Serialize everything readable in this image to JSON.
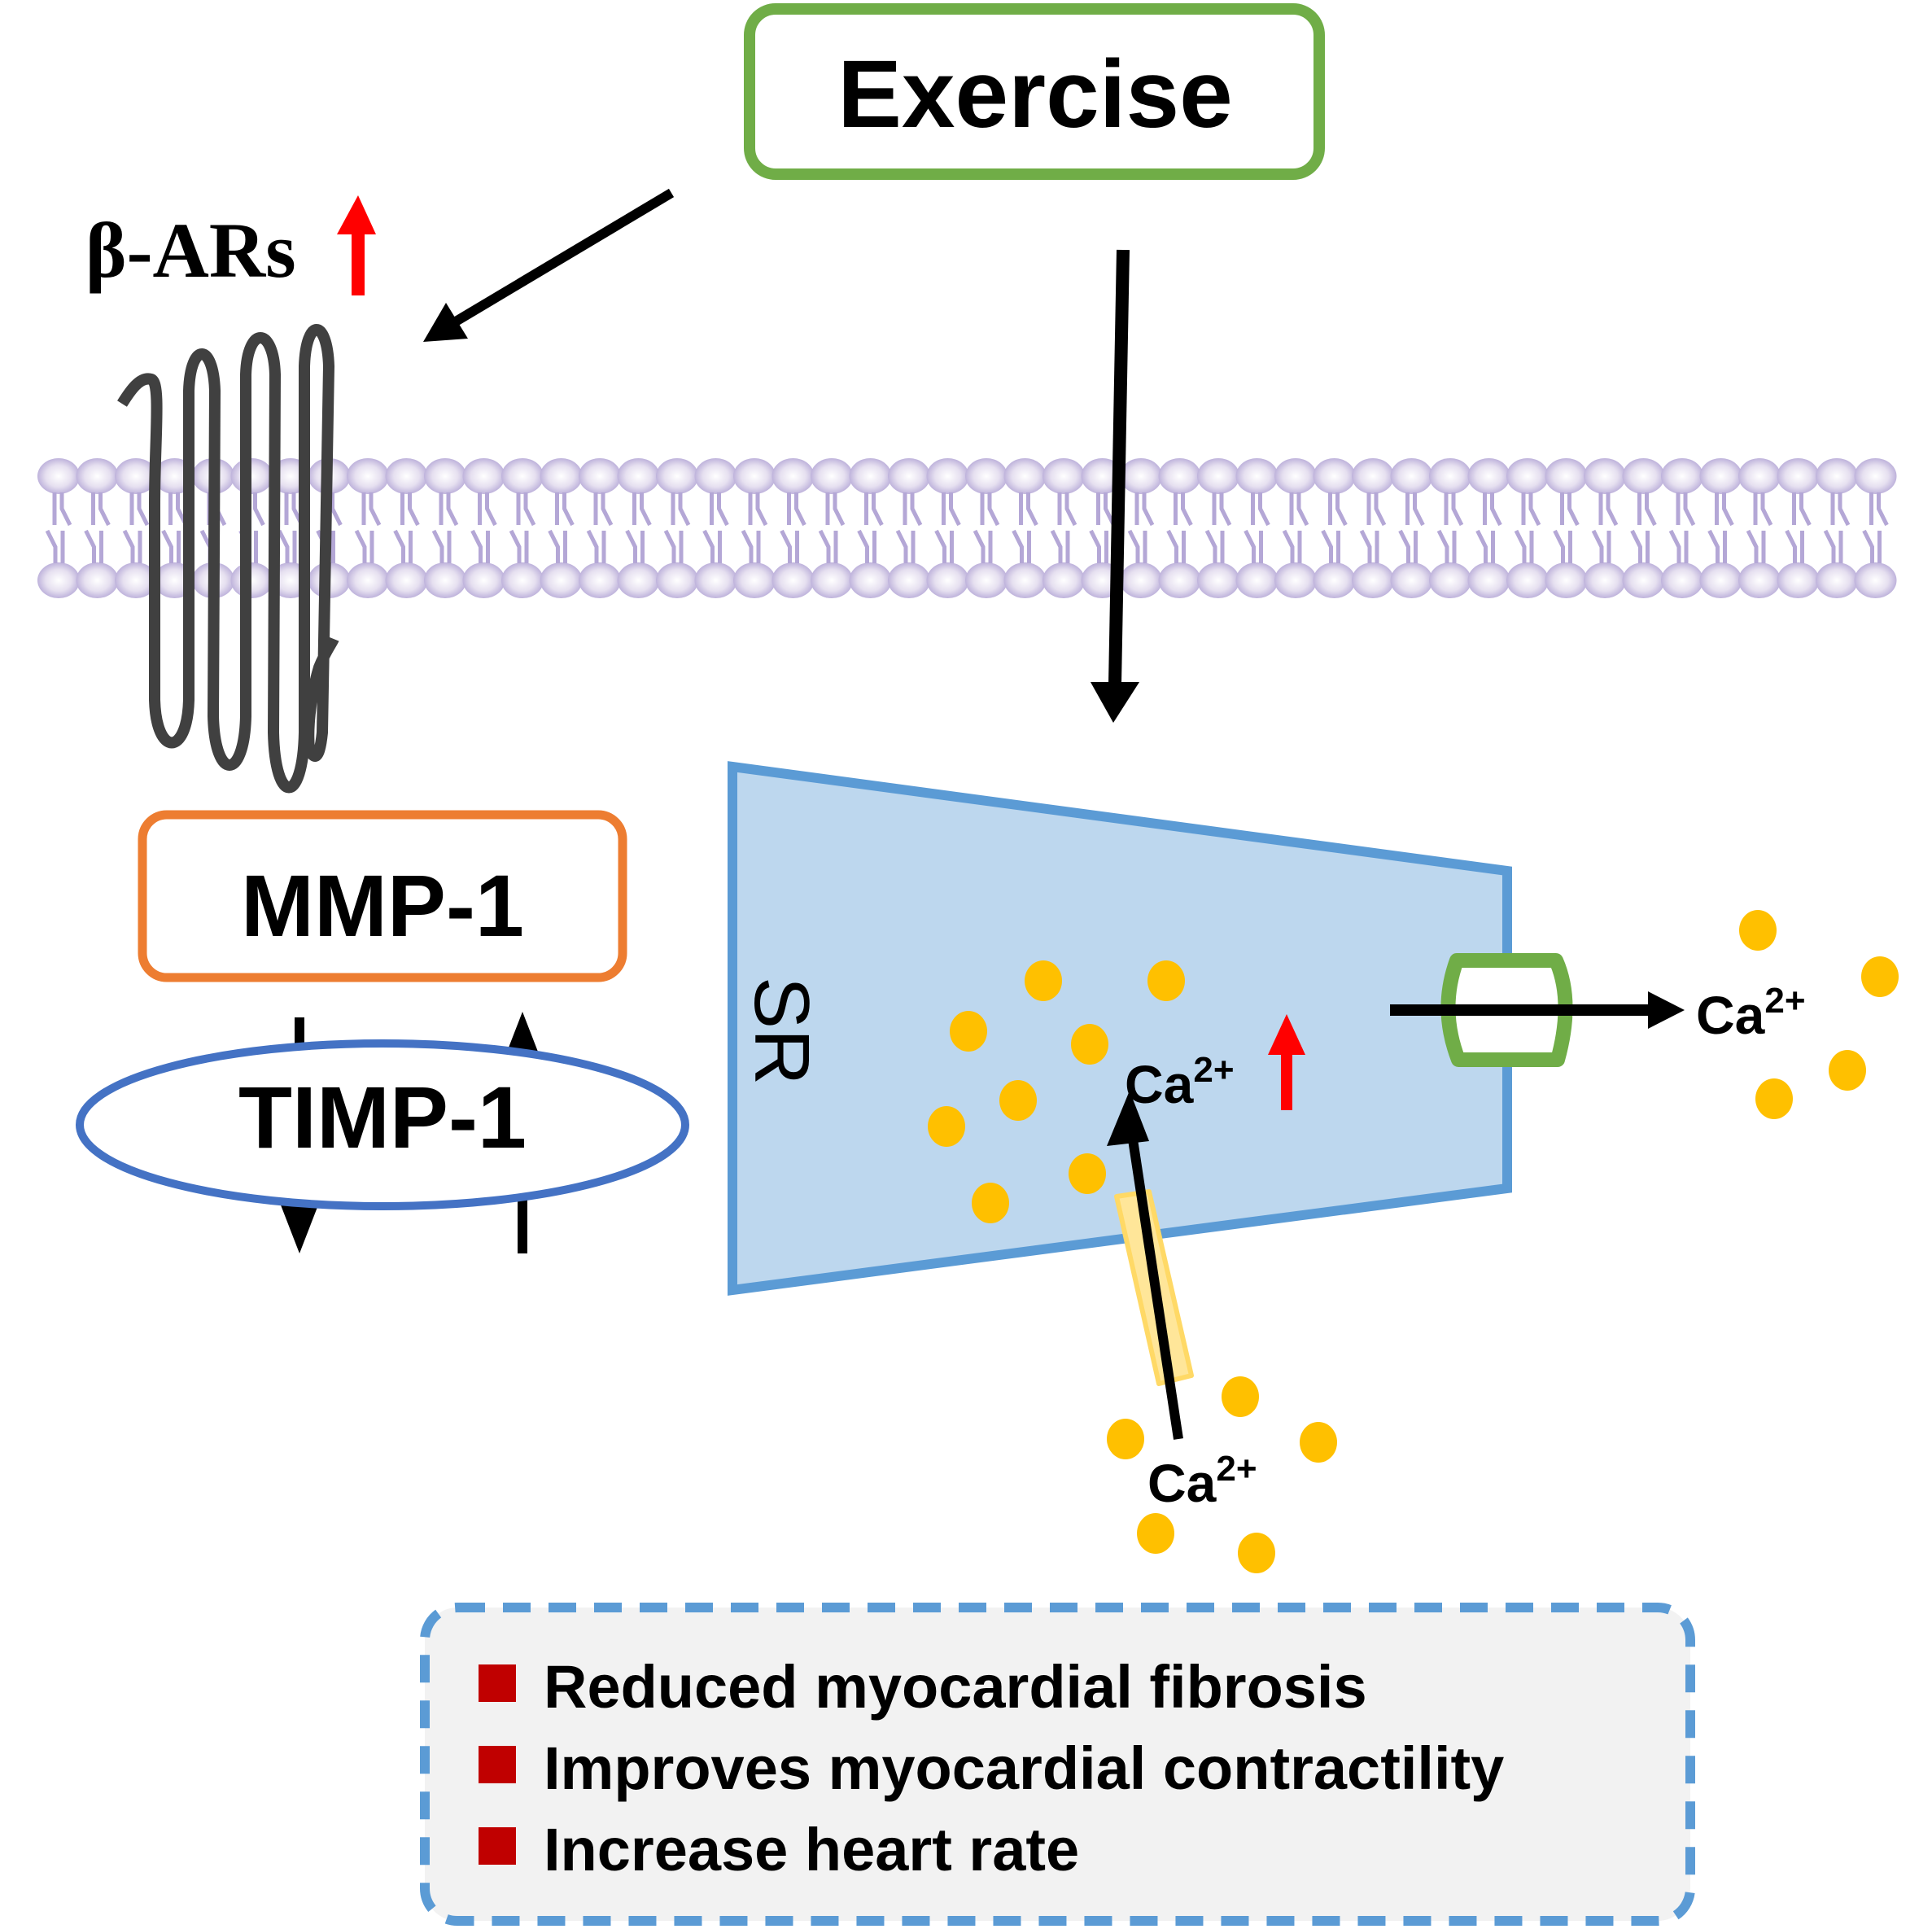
{
  "nodes": {
    "exercise": "Exercise",
    "beta_ars": "β-ARs",
    "mmp1": "MMP-1",
    "timp1": "TIMP-1",
    "sr": "SR"
  },
  "calcium": {
    "base": "Ca",
    "charge": "2+"
  },
  "indicators": {
    "beta_ars_up": "increase",
    "sr_calcium_up": "increase"
  },
  "outcomes": {
    "items": [
      "Reduced myocardial fibrosis",
      "Improves myocardial contractility",
      "Increase heart rate"
    ]
  },
  "colors": {
    "exercise_border": "#70AD47",
    "mmp1_border": "#ED7D31",
    "timp1_border": "#4472C4",
    "sr_fill": "#BDD7EE",
    "sr_border": "#5B9BD5",
    "calcium_ion": "#FFC000",
    "up_arrow": "#FF0000",
    "receptor": "#404040",
    "membrane": "#B4A7D6",
    "channel_green": "#70AD47",
    "pump_yellow": "#FFE699",
    "bullet": "#C00000",
    "outcome_bg": "#F2F2F2",
    "outcome_border": "#5B9BD5"
  }
}
